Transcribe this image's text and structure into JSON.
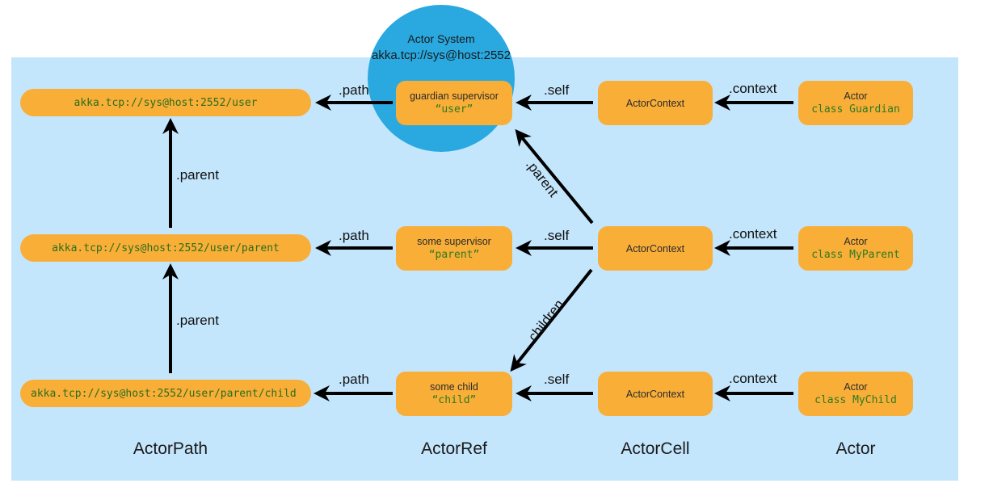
{
  "diagram": {
    "actor_system": {
      "title": "Actor System",
      "address": "akka.tcp://sys@host:2552"
    },
    "columns": [
      "ActorPath",
      "ActorRef",
      "ActorCell",
      "Actor"
    ],
    "rows": [
      {
        "path": "akka.tcp://sys@host:2552/user",
        "ref_kind": "guardian supervisor",
        "ref_name": "“user”",
        "cell": "ActorContext",
        "actor_kind": "Actor",
        "actor_class": "class Guardian"
      },
      {
        "path": "akka.tcp://sys@host:2552/user/parent",
        "ref_kind": "some supervisor",
        "ref_name": "“parent”",
        "cell": "ActorContext",
        "actor_kind": "Actor",
        "actor_class": "class MyParent"
      },
      {
        "path": "akka.tcp://sys@host:2552/user/parent/child",
        "ref_kind": "some child",
        "ref_name": "“child”",
        "cell": "ActorContext",
        "actor_kind": "Actor",
        "actor_class": "class MyChild"
      }
    ],
    "edge_labels": {
      "path": ".path",
      "self": ".self",
      "context": ".context",
      "parent": ".parent",
      "children": ".children"
    },
    "edges": [
      {
        "from": "row0.ref",
        "to": "row0.path",
        "label": ".path"
      },
      {
        "from": "row0.cell",
        "to": "row0.ref",
        "label": ".self"
      },
      {
        "from": "row0.actor",
        "to": "row0.cell",
        "label": ".context"
      },
      {
        "from": "row1.path",
        "to": "row0.path",
        "label": ".parent"
      },
      {
        "from": "row1.ref",
        "to": "row1.path",
        "label": ".path"
      },
      {
        "from": "row1.cell",
        "to": "row1.ref",
        "label": ".self"
      },
      {
        "from": "row1.actor",
        "to": "row1.cell",
        "label": ".context"
      },
      {
        "from": "row1.cell",
        "to": "row0.ref",
        "label": ".parent"
      },
      {
        "from": "row1.cell",
        "to": "row2.ref",
        "label": ".children"
      },
      {
        "from": "row2.path",
        "to": "row1.path",
        "label": ".parent"
      },
      {
        "from": "row2.ref",
        "to": "row2.path",
        "label": ".path"
      },
      {
        "from": "row2.cell",
        "to": "row2.ref",
        "label": ".self"
      },
      {
        "from": "row2.actor",
        "to": "row2.cell",
        "label": ".context"
      }
    ],
    "colors": {
      "panel": "#c4e6fd",
      "actor_system_circle": "#29a9e0",
      "node": "#f9ae38",
      "code_text": "#2d7a1f",
      "arrow": "#000000"
    }
  }
}
